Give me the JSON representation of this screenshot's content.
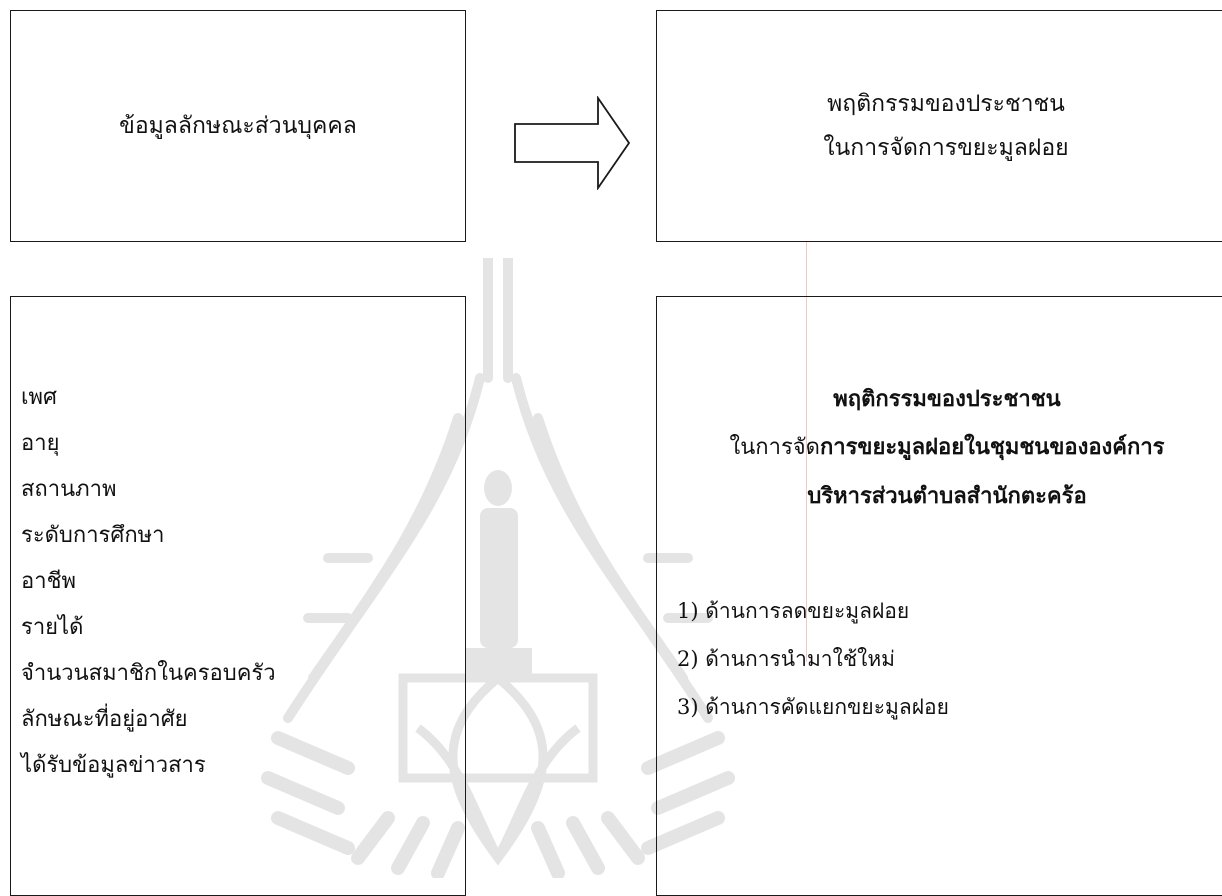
{
  "diagram": {
    "top_left": {
      "title": "ข้อมูลลักษณะส่วนบุคคล"
    },
    "top_right": {
      "title_line1": "พฤติกรรมของประชาชน",
      "title_line2": "ในการจัดการขยะมูลฝอย"
    },
    "bottom_left": {
      "factors": [
        "เพศ",
        "อายุ",
        "สถานภาพ",
        "ระดับการศึกษา",
        "อาชีพ",
        "รายได้",
        "จำนวนสมาชิกในครอบครัว",
        "ลักษณะที่อยู่อาศัย",
        "ได้รับข้อมูลข่าวสาร"
      ]
    },
    "bottom_right": {
      "heading_line1": "พฤติกรรมของประชาชน",
      "heading_line2_normal": "ในการจัด",
      "heading_line2_bold": "การขยะมูลฝอยในชุมชนขององค์การ",
      "heading_line3": "บริหารส่วนตำบลสำนักตะคร้อ",
      "aspects": [
        "1) ด้านการลดขยะมูลฝอย",
        "2) ด้านการนำมาใช้ใหม่",
        "3) ด้านการคัดแยกขยะมูลฝอย"
      ]
    },
    "arrow_direction": "right"
  },
  "colors": {
    "border": "#1a1a1a",
    "text": "#111111",
    "watermark": "#9a9a9a"
  }
}
